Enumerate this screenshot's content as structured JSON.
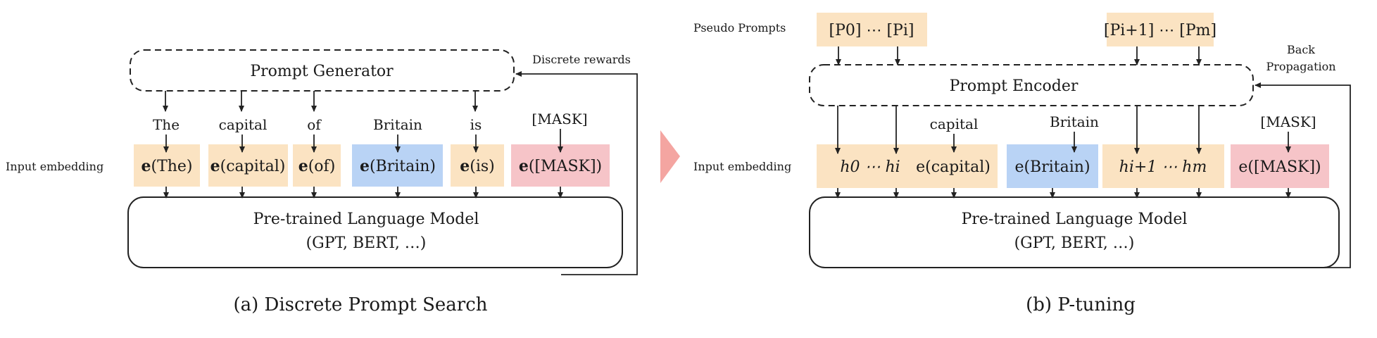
{
  "colors": {
    "orange": "#fbe3c2",
    "blue": "#b9d3f5",
    "pink": "#f6c4c8",
    "arrow_accent": "#f4a5a1",
    "stroke": "#222222"
  },
  "left": {
    "generator_label": "Prompt Generator",
    "rewards_label": "Discrete rewards",
    "input_embedding_label": "Input embedding",
    "tokens": [
      "The",
      "capital",
      "of",
      "Britain",
      "is",
      "[MASK]"
    ],
    "embeddings": [
      "(The)",
      "(capital)",
      "(of)",
      "(Britain)",
      "(is)",
      "([MASK])"
    ],
    "embedding_prefix": "e",
    "lm_title": "Pre-trained Language Model",
    "lm_subtitle": "(GPT, BERT, …)",
    "caption": "(a) Discrete Prompt Search"
  },
  "right": {
    "pseudo_prompts_label": "Pseudo Prompts",
    "prompt_group1": "[P0] ⋯ [Pi]",
    "prompt_group2": "[Pi+1] ⋯ [Pm]",
    "backprop_line1": "Back",
    "backprop_line2": "Propagation",
    "encoder_label": "Prompt Encoder",
    "input_embedding_label": "Input embedding",
    "tokens": [
      "capital",
      "Britain",
      "[MASK]"
    ],
    "hidden_group1": "h0 ⋯ hi",
    "embedding_capital": "e(capital)",
    "embedding_britain": "e(Britain)",
    "hidden_group2": "hi+1 ⋯ hm",
    "embedding_mask": "e([MASK])",
    "lm_title": "Pre-trained Language Model",
    "lm_subtitle": "(GPT, BERT, …)",
    "caption": "(b) P-tuning"
  }
}
